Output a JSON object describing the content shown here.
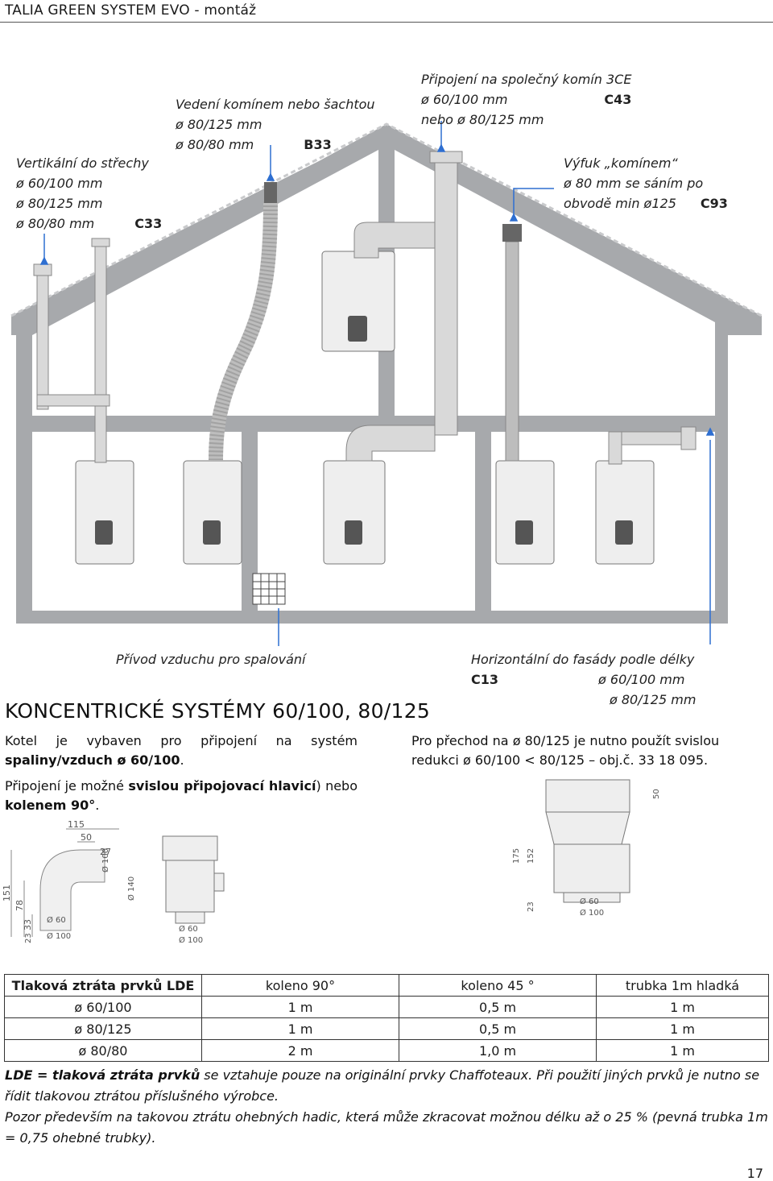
{
  "header": {
    "title": "TALIA GREEN SYSTEM EVO - montáž"
  },
  "labels": {
    "c33": {
      "lines": [
        "Vertikální do střechy",
        "ø 60/100 mm",
        "ø 80/125 mm",
        "ø 80/80 mm"
      ],
      "code": "C33"
    },
    "b33": {
      "lines": [
        "Vedení komínem nebo šachtou",
        "ø 80/125 mm",
        "ø 80/80 mm"
      ],
      "code": "B33"
    },
    "c43": {
      "lines": [
        "Připojení na společný komín 3CE",
        "ø 60/100 mm",
        "nebo ø 80/125 mm"
      ],
      "code": "C43"
    },
    "c93": {
      "lines": [
        "Výfuk „komínem“",
        "ø 80 mm se sáním po",
        "obvodě min ø125"
      ],
      "code": "C93"
    },
    "air": "Přívod vzduchu pro spalování",
    "c13": {
      "line1": "Horizontální do fasády podle délky",
      "code": "C13",
      "line2": "ø 60/100 mm",
      "line3": "ø 80/125 mm"
    }
  },
  "section": {
    "title": "KONCENTRICKÉ SYSTÉMY 60/100, 80/125",
    "left_p1_a": "Kotel je vybaven pro připojení na systém",
    "left_p1_b": "spaliny/vzduch ø 60/100",
    "left_p2_a": "Připojení je možné",
    "left_p2_b": "svislou připojovací hlavicí",
    "left_p2_c": "nebo",
    "left_p2_d": "kolenem 90°",
    "right_p1": "Pro přechod na ø 80/125 je nutno použít svislou",
    "right_p2": "redukci  ø 60/100  <  80/125  –  obj.č.  33 18 095."
  },
  "drawings": {
    "elbow": [
      "115",
      "50",
      "27",
      "Ø 100",
      "151",
      "78",
      "33",
      "23",
      "Ø 60",
      "Ø 100"
    ],
    "adapter": [
      "Ø 140",
      "Ø 60",
      "Ø 100"
    ],
    "reducer": [
      "50",
      "175",
      "152",
      "23",
      "Ø 60",
      "Ø 100"
    ]
  },
  "table": {
    "headers": [
      "Tlaková ztráta prvků LDE",
      "koleno 90°",
      "koleno 45 °",
      "trubka 1m hladká"
    ],
    "rows": [
      [
        "ø 60/100",
        "1 m",
        "0,5 m",
        "1 m"
      ],
      [
        "ø 80/125",
        "1 m",
        "0,5 m",
        "1 m"
      ],
      [
        "ø 80/80",
        "2 m",
        "1,0 m",
        "1 m"
      ]
    ]
  },
  "footnote": {
    "bold": "LDE = tlaková ztráta prvků",
    "text1": " se vztahuje pouze na originální prvky Chaffoteaux. Při použití jiných prvků je nutno se řídit tlakovou ztrátou příslušného výrobce.",
    "text2": "Pozor především na takovou ztrátu ohebných hadic, která může zkracovat možnou délku až o 25 % (pevná trubka 1m = 0,75 ohebné trubky)."
  },
  "page_number": "17",
  "colors": {
    "wall": "#a7a9ac",
    "pipe": "#d9d9d9",
    "marker": "#2e6fd1"
  }
}
